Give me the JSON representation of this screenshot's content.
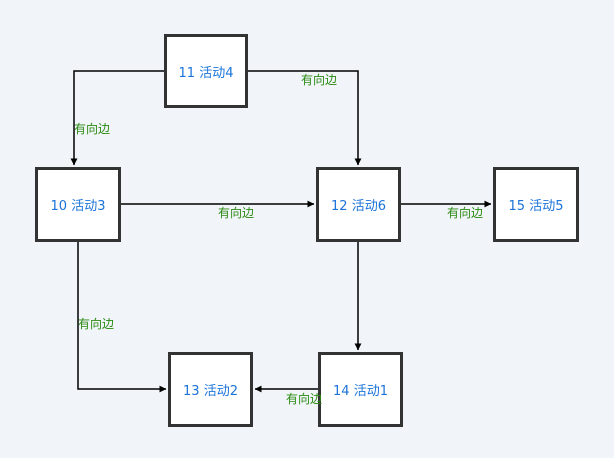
{
  "nodes": [
    {
      "id": "11",
      "label": "11 活动4"
    },
    {
      "id": "10",
      "label": "10 活动3"
    },
    {
      "id": "12",
      "label": "12 活动6"
    },
    {
      "id": "15",
      "label": "15 活动5"
    },
    {
      "id": "13",
      "label": "13 活动2"
    },
    {
      "id": "14",
      "label": "14 活动1"
    }
  ],
  "edges": [
    {
      "from": "11",
      "to": "12",
      "label": "有向边"
    },
    {
      "from": "11",
      "to": "10",
      "label": "有向边"
    },
    {
      "from": "10",
      "to": "12",
      "label": "有向边"
    },
    {
      "from": "12",
      "to": "15",
      "label": "有向边"
    },
    {
      "from": "10",
      "to": "13",
      "label": "有向边"
    },
    {
      "from": "12",
      "to": "14",
      "label": ""
    },
    {
      "from": "14",
      "to": "13",
      "label": "有向边"
    }
  ],
  "colors": {
    "background": "#f1f4f8",
    "node_border": "#333333",
    "node_fill": "#ffffff",
    "node_text": "#1a73d9",
    "edge": "#000000",
    "edge_label": "#2a8a12"
  }
}
